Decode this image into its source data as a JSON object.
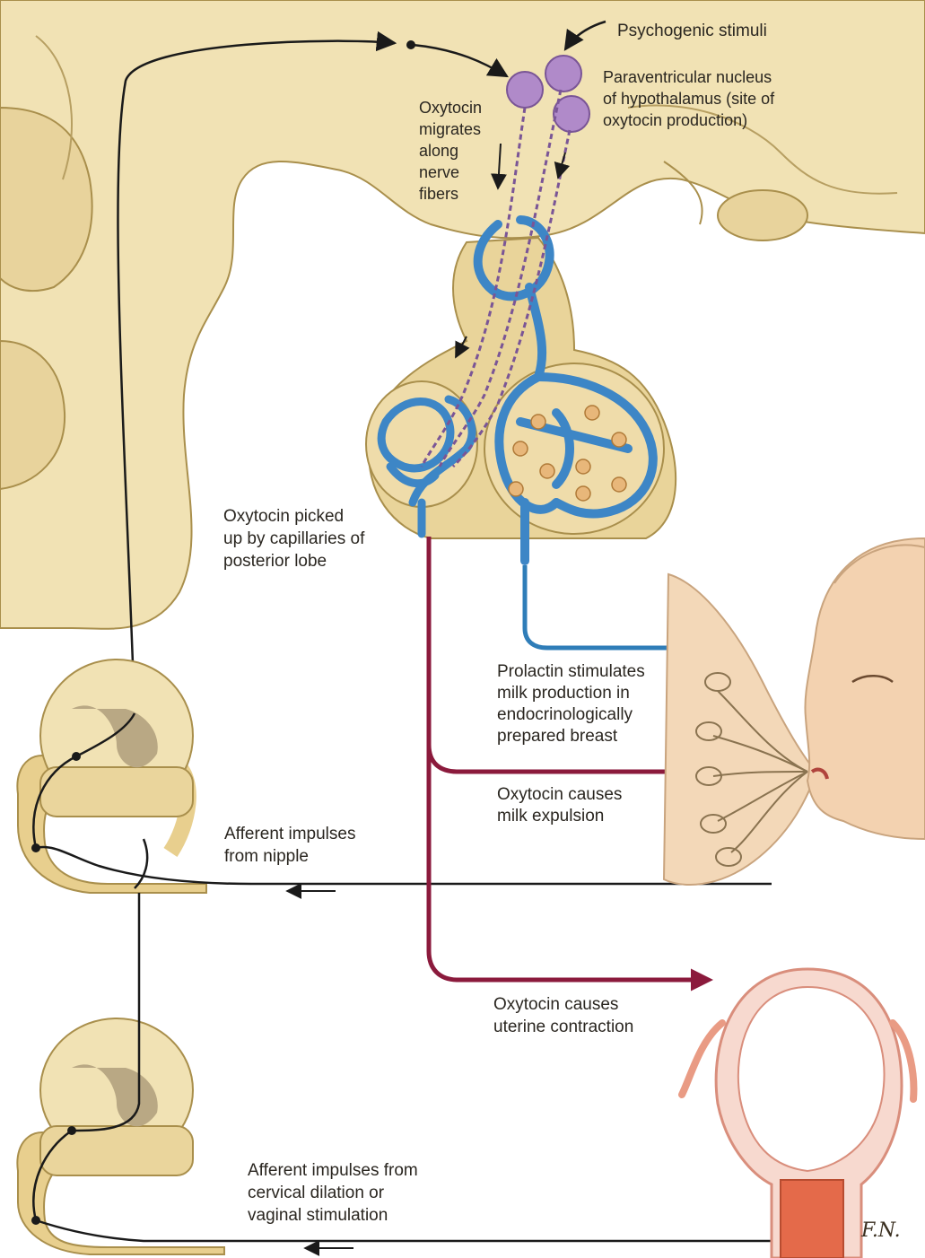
{
  "colors": {
    "tissue": "#f1e2b4",
    "tissue_dark": "#d9c184",
    "tissue_outline": "#a98f4c",
    "vessel_blue": "#3d86c6",
    "vessel_blue_dark": "#1f5f9c",
    "oxytocin_path": "#8b1a3c",
    "prolactin_path": "#2f7db8",
    "nucleus_purple": "#b08ac9",
    "uterus_pink": "#f0b0a0",
    "skin": "#f3d8b8",
    "nerve_line": "#1a1a1a"
  },
  "labels": {
    "psychogenic": [
      "Psychogenic stimuli"
    ],
    "paraventricular": [
      "Paraventricular nucleus",
      "of hypothalamus (site of",
      "oxytocin production)"
    ],
    "migrates": [
      "Oxytocin",
      "migrates",
      "along",
      "nerve",
      "fibers"
    ],
    "picked_up": [
      "Oxytocin picked",
      "up by capillaries of",
      "posterior lobe"
    ],
    "prolactin": [
      "Prolactin stimulates",
      "milk production in",
      "endocrinologically",
      "prepared breast"
    ],
    "expulsion": [
      "Oxytocin causes",
      "milk expulsion"
    ],
    "afferent_nipple": [
      "Afferent impulses",
      "from nipple"
    ],
    "uterine": [
      "Oxytocin causes",
      "uterine contraction"
    ],
    "afferent_cervix": [
      "Afferent impulses from",
      "cervical dilation or",
      "vaginal stimulation"
    ]
  },
  "signature": "F.N."
}
